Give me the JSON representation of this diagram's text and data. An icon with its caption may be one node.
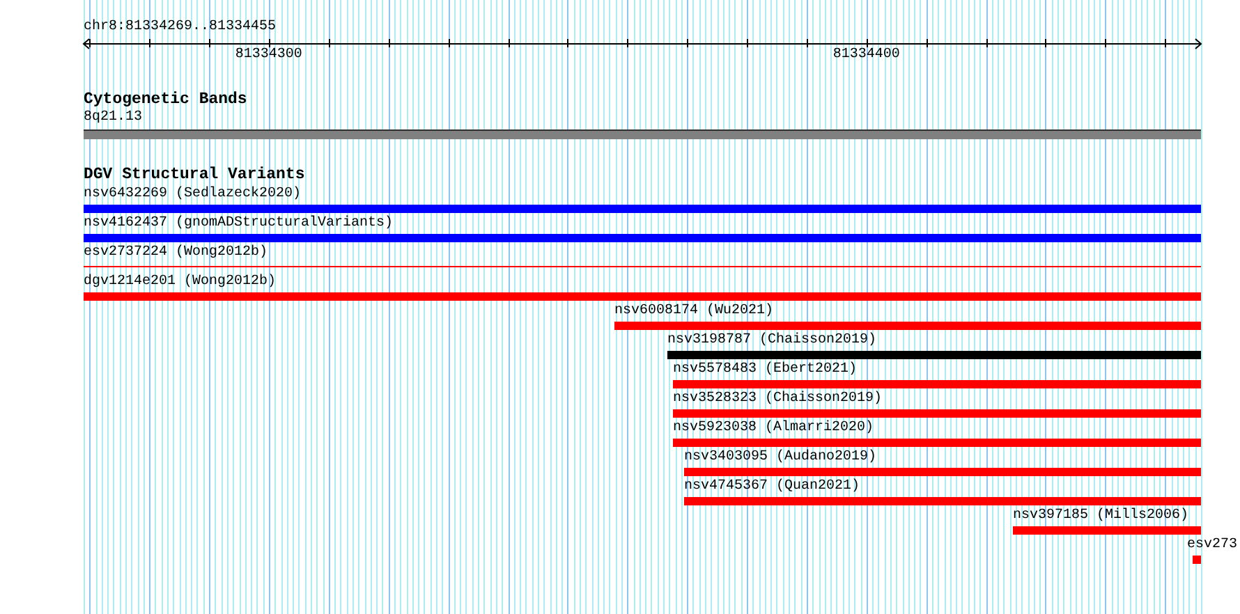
{
  "diagram": {
    "nodes": [
      {
        "text": [
          "8q21.13"
        ]
      },
      {
        "text": [
          "nsv6432269 (Sedlazeck2020)"
        ]
      },
      {
        "text": [
          "nsv4162437 (gnomADStructuralVariants)"
        ]
      },
      {
        "text": [
          "esv2737224 (Wong2012b)"
        ]
      },
      {
        "text": [
          "dgv1214e201 (Wong2012b)"
        ]
      },
      {
        "text": [
          "nsv6008174 (Wu2021)"
        ]
      },
      {
        "text": [
          "nsv3198787 (Chaisson2019)"
        ]
      },
      {
        "text": [
          "nsv5578483 (Ebert2021)"
        ]
      },
      {
        "text": [
          "nsv3528323 (Chaisson2019)"
        ]
      },
      {
        "text": [
          "nsv5923038 (Almarri2020)"
        ]
      },
      {
        "text": [
          "nsv3403095 (Audano2019)"
        ]
      },
      {
        "text": [
          "nsv4745367 (Quan2021)"
        ]
      },
      {
        "text": [
          "nsv397185 (Mills2006)"
        ]
      },
      {
        "text": [
          "esv273"
        ]
      }
    ],
    "labels": [
      "chr8:81334269..81334455",
      "81334300",
      "81334400",
      "Cytogenetic Bands",
      "DGV Structural Variants"
    ]
  }
}
